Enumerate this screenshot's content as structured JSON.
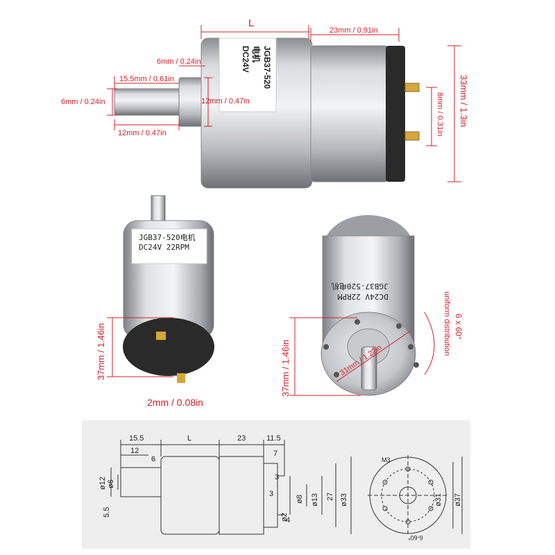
{
  "motor": {
    "model": "JGB37-520电机",
    "voltage": "DC24V",
    "speed": "22RPM"
  },
  "top_view": {
    "body_length_label": "L",
    "gearbox_dim": "23mm / 0.91in",
    "shaft_flat": "6mm / 0.24in",
    "shaft_length": "15.5mm / 0.61in",
    "shaft_dia": "6mm / 0.24in",
    "collar_dia": "12mm / 0.47in",
    "collar_length": "12mm / 0.47in",
    "terminal_gap": "8mm / 0.31in",
    "total_dia": "33mm / 1.3in"
  },
  "left_view": {
    "diameter": "37mm / 1.46in",
    "terminal_width": "2mm / 0.08in"
  },
  "right_view": {
    "diameter": "37mm / 1.46in",
    "pcd": "31mm / 1.22in",
    "holes": "6 x 60°",
    "holes_note": "uniform distribution"
  },
  "drawing": {
    "dims_top": [
      "15.5",
      "L",
      "23",
      "11.5"
    ],
    "d12": "12",
    "d6": "6",
    "left_dia1": "ø12",
    "left_dia2": "ø6",
    "left_5_5": "5.5",
    "d7": "7",
    "d3a": "3",
    "d3b": "3",
    "d8": "ø8",
    "d13": "ø13",
    "d27": "27",
    "d33": "ø33",
    "d2": "ø2",
    "d4": "4",
    "d31": "ø31",
    "d37": "ø37",
    "m3": "M3",
    "deg": "6-60°"
  }
}
